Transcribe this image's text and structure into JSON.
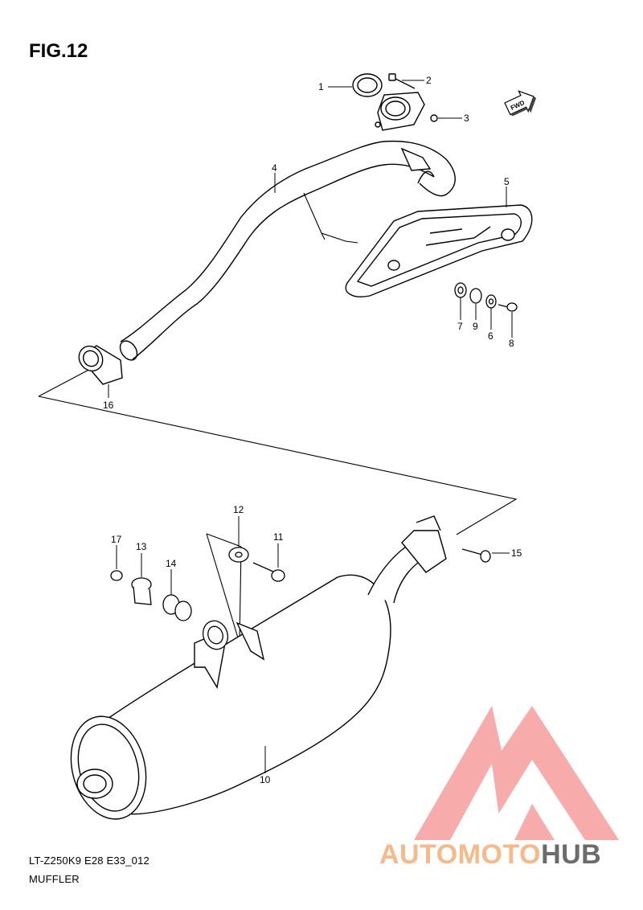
{
  "figure": {
    "title": "FIG.12",
    "model_code": "LT-Z250K9 E28 E33_012",
    "section_name": "MUFFLER",
    "fwd_label": "FWD"
  },
  "callouts": [
    "1",
    "2",
    "3",
    "4",
    "5",
    "6",
    "7",
    "8",
    "9",
    "10",
    "11",
    "12",
    "13",
    "14",
    "15",
    "16",
    "17"
  ],
  "watermark": {
    "brand_part1": "AUTOMOTO",
    "brand_part2": "HUB",
    "color_light": "#f9c48f",
    "color_red": "#f07474",
    "color_gray": "#6b6b6b"
  }
}
